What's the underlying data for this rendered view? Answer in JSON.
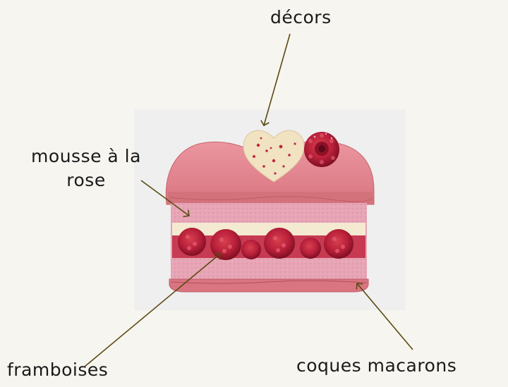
{
  "labels": {
    "decors": "décors",
    "mousse_line1": "mousse à la",
    "mousse_line2": "rose",
    "framboises": "framboises",
    "coques": "coques macarons"
  },
  "colors": {
    "background": "#f7f5f0",
    "photo_background": "#efefef",
    "macaron_shell": "#e5848a",
    "macaron_shell_dark": "#c9626a",
    "mousse": "#e7a5b6",
    "cream": "#f4ead2",
    "raspberry": "#b81f3a",
    "raspberry_dark": "#8d1126",
    "heart_decor": "#f1e2c2",
    "arrow": "#5a4a12"
  }
}
